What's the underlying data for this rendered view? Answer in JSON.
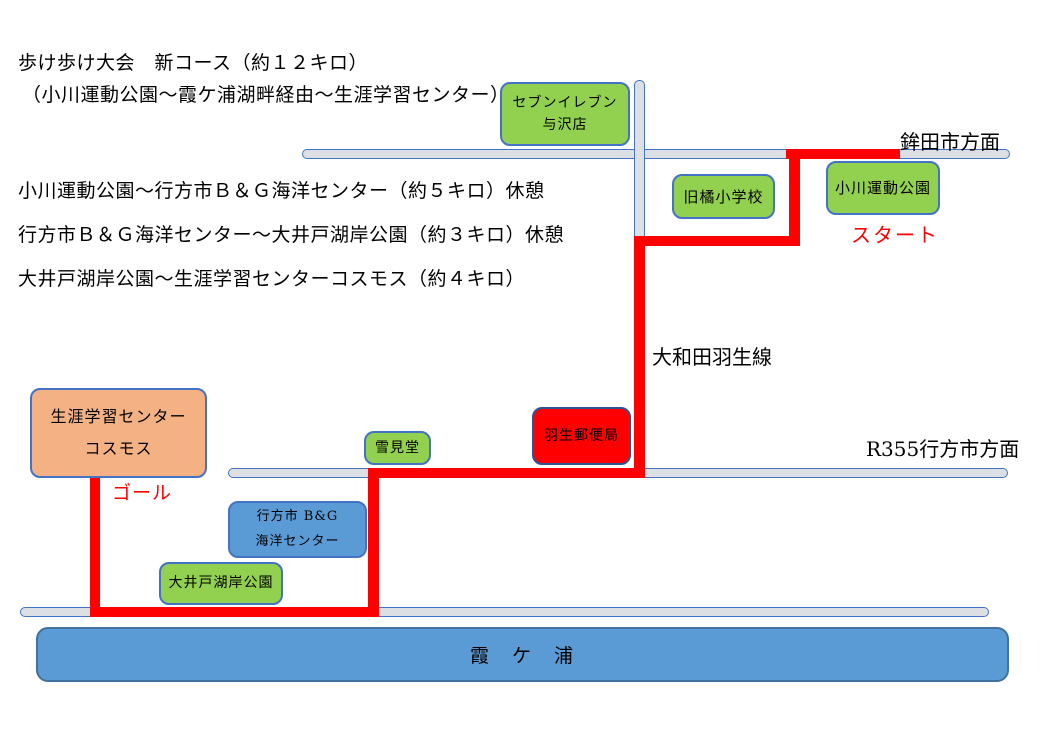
{
  "title": {
    "line1": "歩け歩け大会　新コース（約１２キロ）",
    "line2": "（小川運動公園～霞ケ浦湖畔経由～生涯学習センター）"
  },
  "course_notes": [
    "小川運動公園～行方市Ｂ＆Ｇ海洋センター（約５キロ）休憩",
    "行方市Ｂ＆Ｇ海洋センター～大井戸湖岸公園（約３キロ）休憩",
    "大井戸湖岸公園～生涯学習センターコスモス（約４キロ）"
  ],
  "road_labels": {
    "hokota_direction": "鉾田市方面",
    "owada_hanyu_line": "大和田羽生線",
    "r355_namegata_direction": "R355行方市方面"
  },
  "route": {
    "start_label": "スタート",
    "goal_label": "ゴール",
    "color": "#ff0000"
  },
  "landmarks": {
    "seven_eleven": {
      "line1": "セブンイレブン",
      "line2": "与沢店",
      "color": "#92d050"
    },
    "old_tachibana_school": {
      "line1": "旧橘小学校",
      "color": "#92d050"
    },
    "ogawa_sports_park": {
      "line1": "小川運動公園",
      "color": "#92d050"
    },
    "hanyu_post_office": {
      "line1": "羽生郵便局",
      "color": "#ff0000"
    },
    "yukimido": {
      "line1": "雪見堂",
      "color": "#92d050"
    },
    "lifelong_learning_center": {
      "line1": "生涯学習センター",
      "line2": "コスモス",
      "color": "#f4b183"
    },
    "bg_marine_center": {
      "line1": "行方市 B&G",
      "line2": "海洋センター",
      "color": "#5b9bd5"
    },
    "oido_lakeside_park": {
      "line1": "大井戸湖岸公園",
      "color": "#92d050"
    }
  },
  "lake": {
    "label": "霞　ケ　浦",
    "color": "#5b9bd5"
  },
  "colors": {
    "road_fill": "#dcdfe4",
    "road_border": "#4472c4",
    "route_red": "#ff0000"
  }
}
